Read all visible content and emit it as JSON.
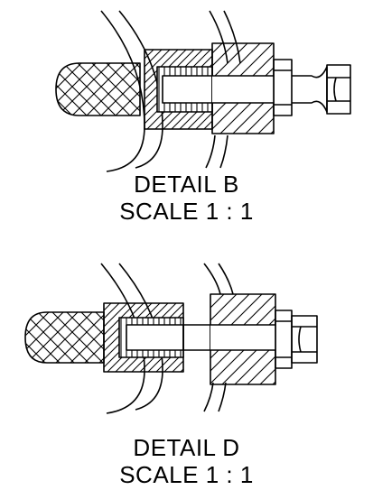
{
  "details": [
    {
      "title": "DETAIL B",
      "scale": "SCALE 1 : 1"
    },
    {
      "title": "DETAIL D",
      "scale": "SCALE 1 : 1"
    }
  ]
}
